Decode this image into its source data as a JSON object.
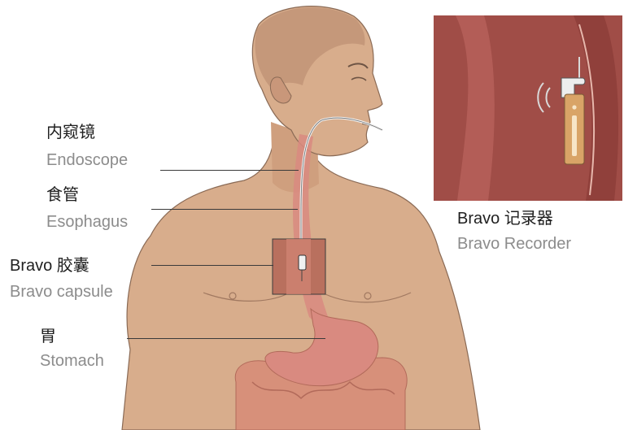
{
  "labels": {
    "endoscope": {
      "zh": "内窥镜",
      "en": "Endoscope"
    },
    "esophagus": {
      "zh": "食管",
      "en": "Esophagus"
    },
    "capsule": {
      "zh": "Bravo 胶囊",
      "en": "Bravo capsule"
    },
    "stomach": {
      "zh": "胃",
      "en": "Stomach"
    },
    "recorder": {
      "zh": "Bravo 记录器",
      "en": "Bravo Recorder"
    }
  },
  "colors": {
    "skin": "#d8ad8c",
    "skin_shadow": "#c49273",
    "esophagus": "#d98a80",
    "tissue": "#a04d47",
    "capsule": "#d9a467",
    "text_primary": "#1f1f1f",
    "text_secondary": "#8c8c8c"
  }
}
